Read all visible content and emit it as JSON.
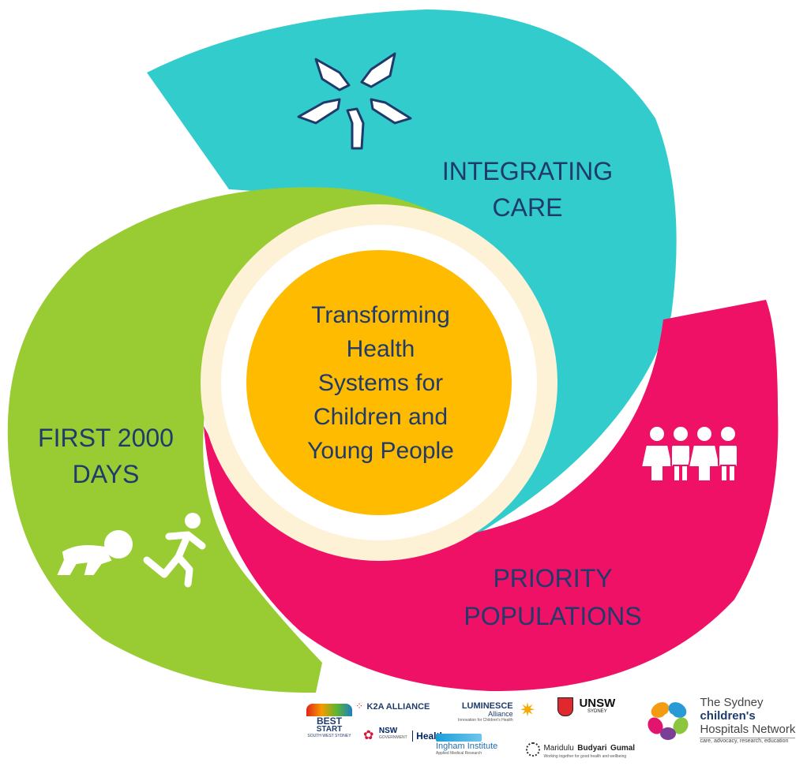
{
  "segments": {
    "integrating": {
      "line1": "INTEGRATING",
      "line2": "CARE",
      "icon": "hands-circle-icon",
      "color": "#33cccc"
    },
    "priority": {
      "line1": "PRIORITY",
      "line2": "POPULATIONS",
      "icon": "children-group-icon",
      "color": "#ee1166"
    },
    "first2000": {
      "line1": "FIRST 2000",
      "line2": "DAYS",
      "icon": "crawling-running-child-icon",
      "color": "#99cc33"
    }
  },
  "center": {
    "lines": [
      "Transforming",
      "Health",
      "Systems for",
      "Children and",
      "Young People"
    ],
    "color": "#ffbb00"
  },
  "logos": {
    "best_start_1": "BEST",
    "best_start_2": "START",
    "best_start_3": "SOUTH WEST SYDNEY",
    "k2a": "K2A ALLIANCE",
    "luminesce_1": "LUMINESCE",
    "luminesce_2": "Alliance",
    "luminesce_3": "Innovation for Children's Health",
    "unsw_1": "UNSW",
    "unsw_2": "SYDNEY",
    "nsw_1": "NSW",
    "nsw_2": "GOVERNMENT",
    "nsw_3": "Health",
    "ingham_1": "Ingham Institute",
    "ingham_2": "Applied Medical Research",
    "maridulu_1": "Maridulu",
    "maridulu_2": "Budyari",
    "maridulu_3": "Gumal",
    "maridulu_4": "Working together for good health and wellbeing",
    "schn_1": "The Sydney",
    "schn_2": "children's",
    "schn_3": "Hospitals Network",
    "schn_4": "care, advocacy, research, education"
  }
}
